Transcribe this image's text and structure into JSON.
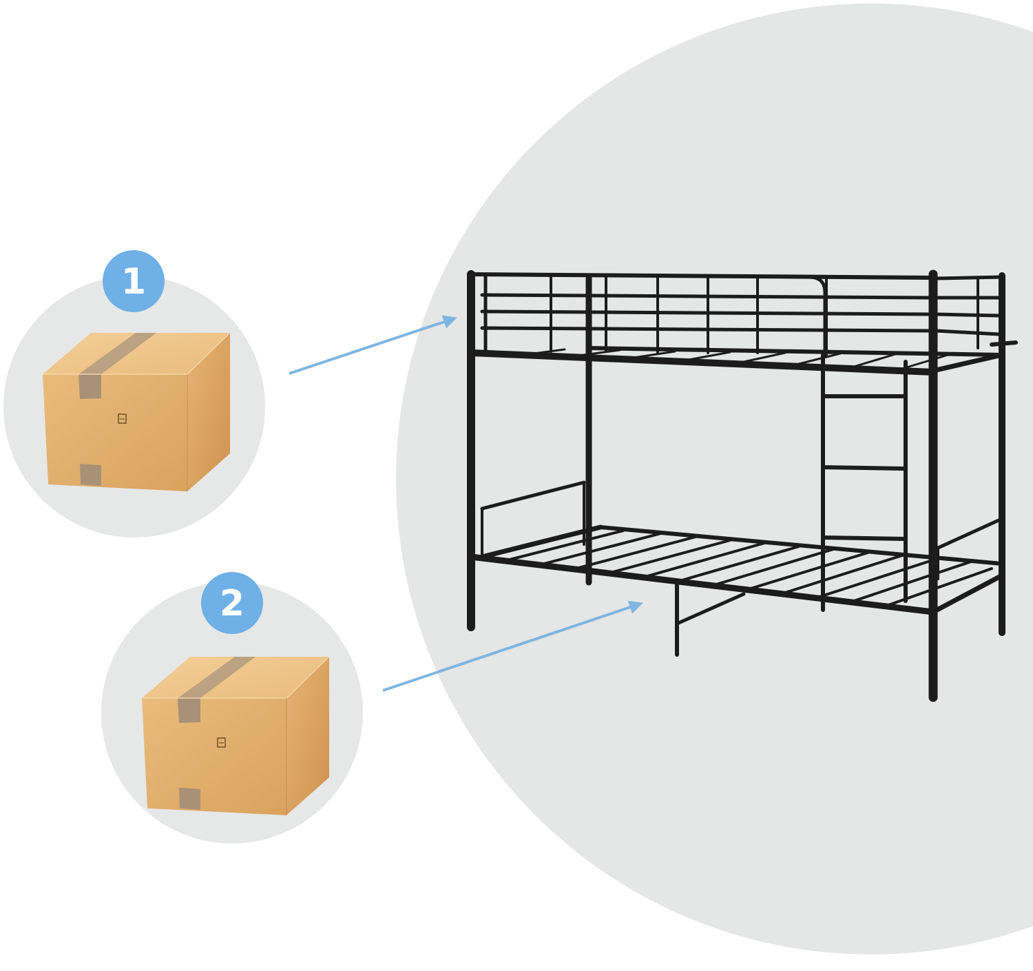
{
  "colors": {
    "background": "#ffffff",
    "large_circle": "#e5e6e6",
    "small_circle": "#e6e7e7",
    "badge": "#6fb0e6",
    "badge_text": "#ffffff",
    "arrow": "#7fb5e0",
    "bed_metal": "#1b1b1b",
    "box_front": "#e2b06e",
    "box_side": "#d49a55",
    "box_top": "#eec48a",
    "tape": "#b59c80"
  },
  "packages": [
    {
      "number": "1",
      "icon": "cardboard-box-icon",
      "points_to": "upper-bunk"
    },
    {
      "number": "2",
      "icon": "cardboard-box-icon",
      "points_to": "lower-bunk"
    }
  ],
  "product": {
    "icon": "metal-bunk-bed-icon"
  }
}
